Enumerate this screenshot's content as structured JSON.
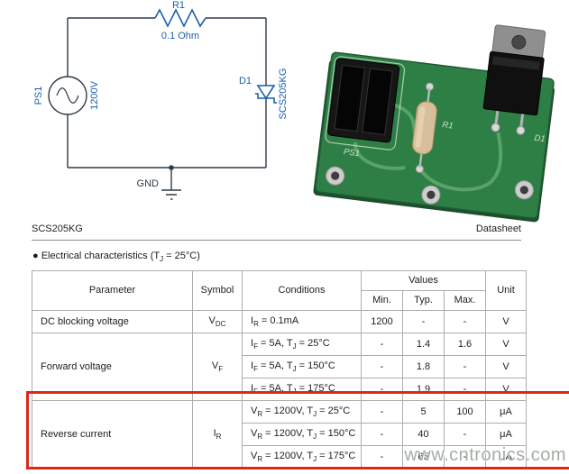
{
  "colors": {
    "accent_red": "#e1251b",
    "schematic_blue": "#1a5fa9",
    "wire_dark": "#2e3b47",
    "board_green": "#2e7f46",
    "silkscreen": "#cfe0cf"
  },
  "schematic": {
    "resistor_ref": "R1",
    "resistor_value": "0.1 Ohm",
    "source_ref": "PS1",
    "source_value": "1200V",
    "diode_ref": "D1",
    "diode_part": "SCS205KG",
    "ground_label": "GND"
  },
  "pcb": {
    "ps1_label": "PS1",
    "r1_label": "R1",
    "d1_label": "D1"
  },
  "datasheet_header": {
    "part_number": "SCS205KG",
    "doc_type": "Datasheet"
  },
  "section": {
    "title": "●  Electrical characteristics (T_{J} = 25°C)"
  },
  "table": {
    "headers": {
      "parameter": "Parameter",
      "symbol": "Symbol",
      "conditions": "Conditions",
      "values": "Values",
      "min": "Min.",
      "typ": "Typ.",
      "max": "Max.",
      "unit": "Unit"
    },
    "groups": [
      {
        "parameter": "DC blocking voltage",
        "symbol": "V_{DC}",
        "highlighted": false,
        "rows": [
          {
            "condition": "I_{R} = 0.1mA",
            "min": "1200",
            "typ": "-",
            "max": "-",
            "unit": "V"
          }
        ]
      },
      {
        "parameter": "Forward voltage",
        "symbol": "V_{F}",
        "highlighted": false,
        "rows": [
          {
            "condition": "I_{F} = 5A, T_{J} = 25°C",
            "min": "-",
            "typ": "1.4",
            "max": "1.6",
            "unit": "V"
          },
          {
            "condition": "I_{F} = 5A, T_{J} = 150°C",
            "min": "-",
            "typ": "1.8",
            "max": "-",
            "unit": "V"
          },
          {
            "condition": "I_{F} = 5A, T_{J} = 175°C",
            "min": "-",
            "typ": "1.9",
            "max": "-",
            "unit": "V"
          }
        ]
      },
      {
        "parameter": "Reverse current",
        "symbol": "I_{R}",
        "highlighted": true,
        "rows": [
          {
            "condition": "V_{R} = 1200V, T_{J} = 25°C",
            "min": "-",
            "typ": "5",
            "max": "100",
            "unit": "μA"
          },
          {
            "condition": "V_{R} = 1200V, T_{J} = 150°C",
            "min": "-",
            "typ": "40",
            "max": "-",
            "unit": "μA"
          },
          {
            "condition": "V_{R} = 1200V, T_{J} = 175°C",
            "min": "-",
            "typ": "65",
            "max": "-",
            "unit": "μA"
          }
        ]
      }
    ]
  },
  "watermark": "www.cntronics.com"
}
